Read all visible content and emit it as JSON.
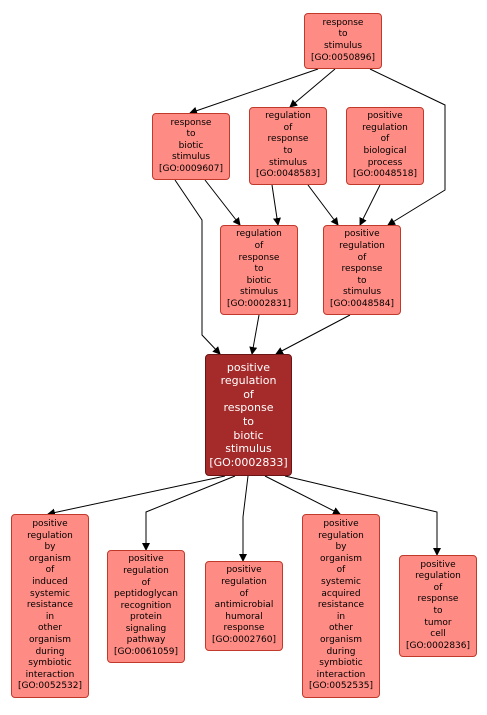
{
  "nodes": {
    "n0050896": {
      "lines": [
        "response",
        "to",
        "stimulus",
        "[GO:0050896]"
      ]
    },
    "n0009607": {
      "lines": [
        "response",
        "to",
        "biotic",
        "stimulus",
        "[GO:0009607]"
      ]
    },
    "n0048583": {
      "lines": [
        "regulation",
        "of",
        "response",
        "to",
        "stimulus",
        "[GO:0048583]"
      ]
    },
    "n0048518": {
      "lines": [
        "positive",
        "regulation",
        "of",
        "biological",
        "process",
        "[GO:0048518]"
      ]
    },
    "n0002831": {
      "lines": [
        "regulation",
        "of",
        "response",
        "to",
        "biotic",
        "stimulus",
        "[GO:0002831]"
      ]
    },
    "n0048584": {
      "lines": [
        "positive",
        "regulation",
        "of",
        "response",
        "to",
        "stimulus",
        "[GO:0048584]"
      ]
    },
    "n0002833": {
      "lines": [
        "positive",
        "regulation",
        "of",
        "response",
        "to",
        "biotic",
        "stimulus",
        "[GO:0002833]"
      ]
    },
    "n0052532": {
      "lines": [
        "positive",
        "regulation",
        "by",
        "organism",
        "of",
        "induced",
        "systemic",
        "resistance",
        "in",
        "other",
        "organism",
        "during",
        "symbiotic",
        "interaction",
        "[GO:0052532]"
      ]
    },
    "n0061059": {
      "lines": [
        "positive",
        "regulation",
        "of",
        "peptidoglycan",
        "recognition",
        "protein",
        "signaling",
        "pathway",
        "[GO:0061059]"
      ]
    },
    "n0002760": {
      "lines": [
        "positive",
        "regulation",
        "of",
        "antimicrobial",
        "humoral",
        "response",
        "[GO:0002760]"
      ]
    },
    "n0052535": {
      "lines": [
        "positive",
        "regulation",
        "by",
        "organism",
        "of",
        "systemic",
        "acquired",
        "resistance",
        "in",
        "other",
        "organism",
        "during",
        "symbiotic",
        "interaction",
        "[GO:0052535]"
      ]
    },
    "n0002836": {
      "lines": [
        "positive",
        "regulation",
        "of",
        "response",
        "to",
        "tumor",
        "cell",
        "[GO:0002836]"
      ]
    }
  },
  "colors": {
    "node_fill": "#ff8c84",
    "node_border": "#c0392b",
    "focus_fill": "#a52a2a",
    "focus_text": "#ffffff",
    "edge": "#000000"
  }
}
